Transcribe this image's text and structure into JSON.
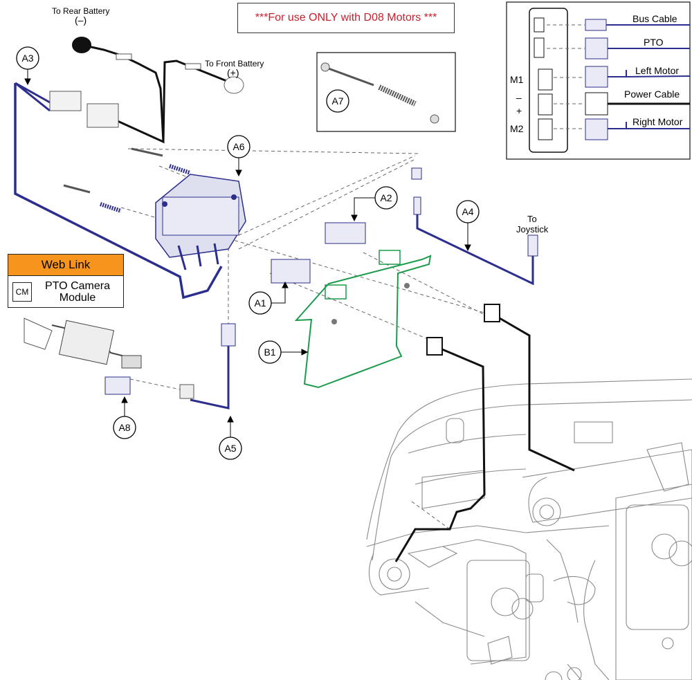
{
  "warning": "***For use ONLY with D08 Motors ***",
  "web_link": {
    "title": "Web Link",
    "code": "CM",
    "description_line1": "PTO Camera",
    "description_line2": "Module"
  },
  "labels": {
    "rear_battery": "To Rear Battery",
    "rear_battery_sign": "(–)",
    "front_battery": "To Front Battery",
    "front_battery_sign": "(+)",
    "to": "To",
    "joystick": "Joystick"
  },
  "callouts": [
    "A3",
    "A6",
    "A7",
    "A2",
    "A4",
    "A1",
    "B1",
    "A8",
    "A5"
  ],
  "inset": {
    "cables": [
      "Bus Cable",
      "PTO",
      "Left Motor",
      "Power Cable",
      "Right Motor"
    ],
    "ports": [
      "M1",
      "–",
      "+",
      "M2"
    ]
  },
  "colors": {
    "harness_blue": "#2b2e8c",
    "bracket_green": "#1a9a4a",
    "warning_red": "#c8202e",
    "web_link_orange": "#f7941d"
  }
}
